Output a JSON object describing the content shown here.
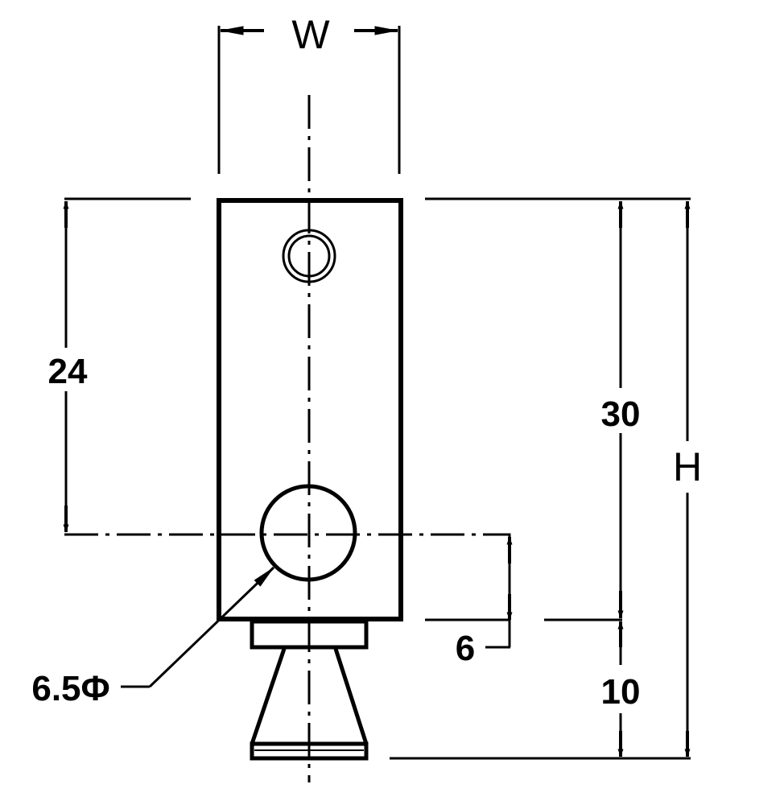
{
  "colors": {
    "ink": "#000000",
    "paper": "#ffffff"
  },
  "labels": {
    "width": "W",
    "height": "H",
    "hole_distance": "24",
    "body_height": "30",
    "center_offset": "6",
    "base_height": "10",
    "hole_diameter": "6.5Φ"
  }
}
